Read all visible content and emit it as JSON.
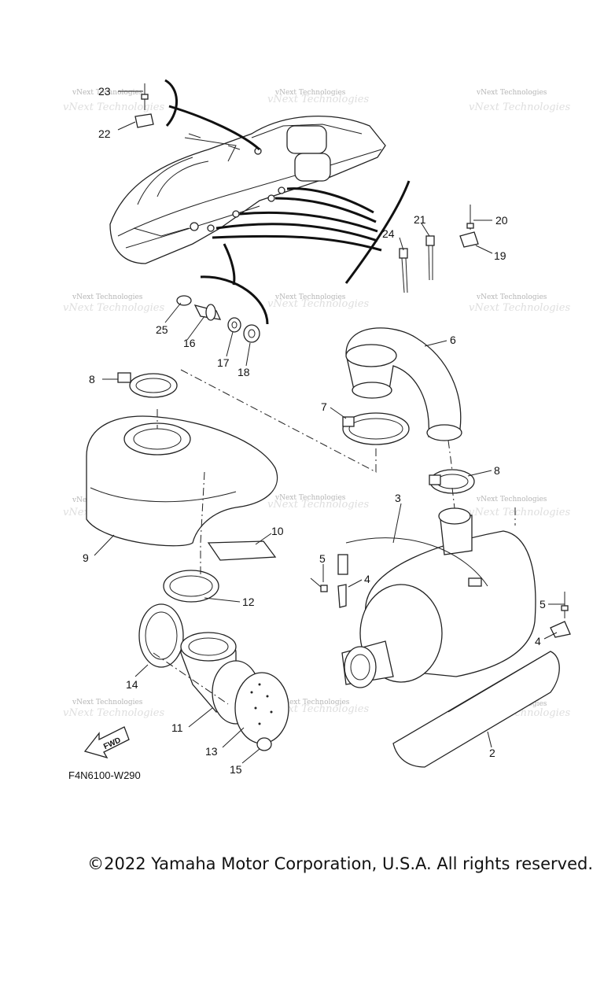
{
  "diagram": {
    "callouts": [
      "23",
      "22",
      "24",
      "21",
      "20",
      "19",
      "25",
      "16",
      "17",
      "18",
      "6",
      "8",
      "7",
      "8",
      "3",
      "9",
      "10",
      "5",
      "4",
      "12",
      "5",
      "4",
      "14",
      "11",
      "13",
      "15",
      "2"
    ],
    "watermark": "vNext Technologies",
    "diagram_code": "F4N6100-W290",
    "fwd_label": "FWD"
  },
  "footer": {
    "copyright": "©2022 Yamaha Motor Corporation, U.S.A. All rights reserved."
  }
}
